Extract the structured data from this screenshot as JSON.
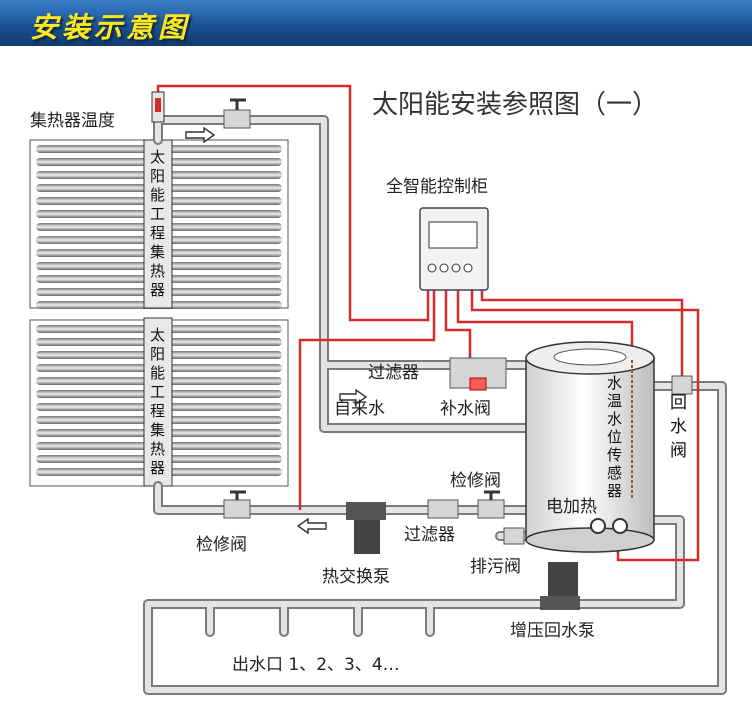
{
  "banner": {
    "title": "安装示意图"
  },
  "diagram": {
    "title": "太阳能安装参照图（一）",
    "labels": {
      "collector_temp": "集热器温度",
      "controller": "全智能控制柜",
      "filter_top": "过滤器",
      "tap_water": "自来水",
      "makeup_valve": "补水阀",
      "service_valve_right": "检修阀",
      "service_valve_left": "检修阀",
      "filter_bottom": "过滤器",
      "electric_heat": "电加热",
      "drain_valve": "排污阀",
      "heat_exchange_pump": "热交换泵",
      "booster_pump": "增压回水泵",
      "outlets": "出水口 1、2、3、4…",
      "return_valve": "回水阀",
      "sensor": "水温水位传感器",
      "collector_upper": "太阳能工程集热器",
      "collector_lower": "太阳能工程集热器"
    }
  },
  "colors": {
    "pipe": "#d9d9d9",
    "pipe_edge": "#7a7a7a",
    "wire": "#d42a2a",
    "banner_text": "#ffe81a"
  }
}
